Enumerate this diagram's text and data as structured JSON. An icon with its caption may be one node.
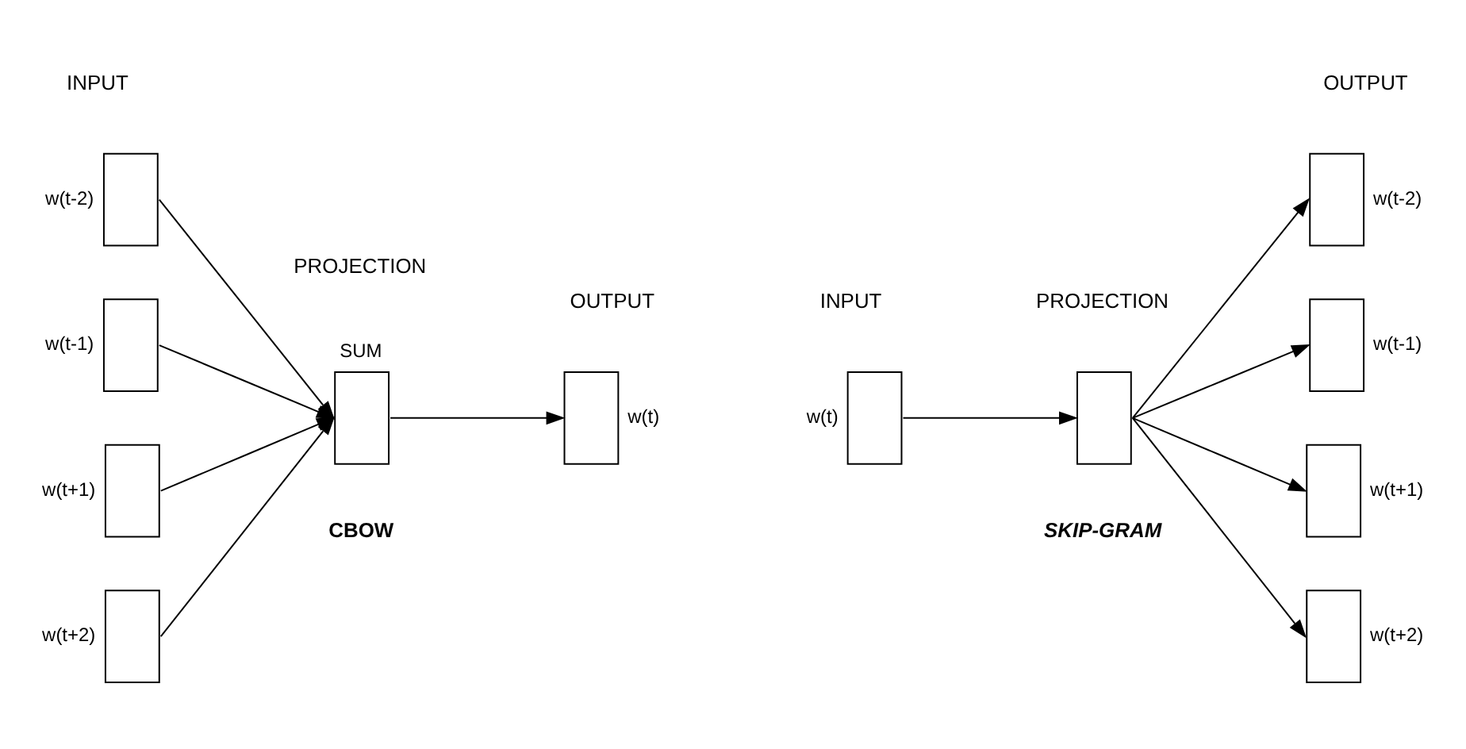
{
  "diagram": {
    "nodes": [
      {
        "text": [],
        "shape": "box",
        "beside": [
          "w(t-2)"
        ]
      },
      {
        "text": [],
        "shape": "box",
        "beside": [
          "w(t-1)"
        ]
      },
      {
        "text": [],
        "shape": "box",
        "beside": [
          "w(t+1)"
        ]
      },
      {
        "text": [],
        "shape": "box",
        "beside": [
          "w(t+2)"
        ]
      },
      {
        "text": [],
        "shape": "box",
        "beside": [
          "SUM"
        ]
      },
      {
        "text": [],
        "shape": "box",
        "beside": [
          "w(t)"
        ]
      },
      {
        "text": [],
        "shape": "box",
        "beside": [
          "w(t)"
        ]
      },
      {
        "text": [],
        "shape": "box"
      },
      {
        "text": [],
        "shape": "box",
        "beside": [
          "w(t-2)"
        ]
      },
      {
        "text": [],
        "shape": "box",
        "beside": [
          "w(t-1)"
        ]
      },
      {
        "text": [],
        "shape": "box",
        "beside": [
          "w(t+1)"
        ]
      },
      {
        "text": [],
        "shape": "box",
        "beside": [
          "w(t+2)"
        ]
      }
    ],
    "edges": [
      {
        "from": 0,
        "to": 4,
        "arrow": "to"
      },
      {
        "from": 1,
        "to": 4,
        "arrow": "to"
      },
      {
        "from": 2,
        "to": 4,
        "arrow": "to"
      },
      {
        "from": 3,
        "to": 4,
        "arrow": "to"
      },
      {
        "from": 4,
        "to": 5,
        "arrow": "to"
      },
      {
        "from": 6,
        "to": 7,
        "arrow": "to"
      },
      {
        "from": 7,
        "to": 8,
        "arrow": "to"
      },
      {
        "from": 7,
        "to": 9,
        "arrow": "to"
      },
      {
        "from": 7,
        "to": 10,
        "arrow": "to"
      },
      {
        "from": 7,
        "to": 11,
        "arrow": "to"
      }
    ],
    "labels": [
      "INPUT",
      "PROJECTION",
      "OUTPUT",
      "INPUT",
      "PROJECTION",
      "OUTPUT",
      "CBOW",
      "SKIP-GRAM"
    ]
  }
}
